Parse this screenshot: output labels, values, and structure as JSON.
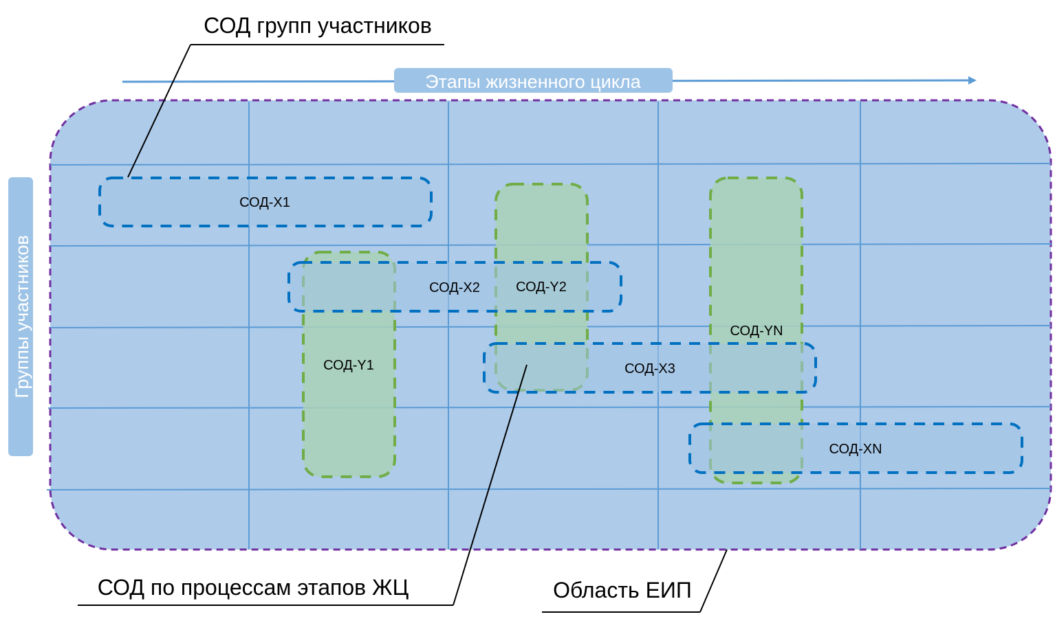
{
  "callouts": {
    "participant_groups_sod": "СОД групп участников",
    "process_sod": "СОД по процессам этапов ЖЦ",
    "eip_area": "Область ЕИП"
  },
  "axes": {
    "horizontal": "Этапы жизненного цикла",
    "vertical": "Группы участников"
  },
  "boxes": {
    "x1": "СОД-Х1",
    "x2": "СОД-Х2",
    "x3": "СОД-Х3",
    "xn": "СОД-XN",
    "y1": "СОД-Y1",
    "y2": "СОД-Y2",
    "yn": "СОД-YN"
  },
  "colors": {
    "area_fill": "#aecbe9",
    "area_border": "#7030a0",
    "grid": "#5b9bd5",
    "x_border": "#0070c0",
    "x_fill": "#a3c4e6",
    "y_border": "#70ad47",
    "y_fill": "#a9d1b9",
    "axis_label_bg": "#9dc3e6"
  }
}
